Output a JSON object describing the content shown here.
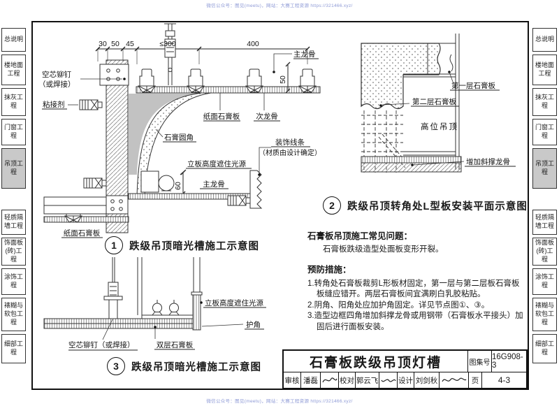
{
  "watermark": {
    "top": "微信公众号：图见(meetu)，网站：大赛工程资源 https://321466.xyz/",
    "bottom": "微信公众号：图见(meetu)，网站：大赛工程资源 https://321466.xyz/"
  },
  "sidebar": {
    "items": [
      {
        "label": "总说明",
        "active": false
      },
      {
        "label": "楼地面工程",
        "active": false
      },
      {
        "label": "抹灰工程",
        "active": false
      },
      {
        "label": "门窗工程",
        "active": false
      },
      {
        "label": "吊顶工程",
        "active": true
      },
      {
        "label": "轻质隔墙工程",
        "active": false
      },
      {
        "label": "饰面板(砖)工程",
        "active": false
      },
      {
        "label": "涂饰工程",
        "active": false
      },
      {
        "label": "裱糊与软包工程",
        "active": false
      },
      {
        "label": "细部工程",
        "active": false
      }
    ]
  },
  "diagram1": {
    "number": "1",
    "caption": "跌级吊顶暗光槽施工示意图",
    "dims": {
      "d30": "30",
      "d50": "50",
      "d45": "45",
      "d300": "≤300",
      "d400": "400",
      "v50": "50",
      "v60": "60"
    },
    "labels": {
      "hollow_rivet_1": "空芯铆钉",
      "hollow_rivet_2": "（或焊接）",
      "adhesive": "粘接剂",
      "main_runner_top": "主龙骨",
      "secondary_runner": "次龙骨",
      "paper_board_top": "纸面石膏板",
      "gypsum_fillet": "石膏圆角",
      "decor_line1": "装饰线条",
      "decor_line2": "（材质由设计确定）",
      "baffle_height": "立板高度遮住光源",
      "main_runner_mid": "主龙骨",
      "paper_board_bottom": "纸面石膏板"
    }
  },
  "diagram2": {
    "number": "2",
    "caption": "跌级吊顶转角处L型板安装平面示意图",
    "labels": {
      "first_layer": "第一层石膏板",
      "second_layer": "第二层石膏板",
      "high_ceiling": "高位吊顶",
      "brace": "增加斜撑龙骨"
    }
  },
  "diagram3": {
    "number": "3",
    "caption": "跌级吊顶暗光槽施工示意图",
    "labels": {
      "baffle_height": "立板高度遮住光源",
      "corner_bead": "护角",
      "hollow_rivet": "空芯铆钉（或焊接）",
      "double_board": "双层石膏板"
    }
  },
  "notes": {
    "heading": "石膏板吊顶施工常见问题：",
    "problem": "石膏板跌级造型处面板变形开裂。",
    "measures_heading": "预防措施：",
    "items": [
      "1.转角处石膏板裁剪L形板材固定，第一层与第二层板石膏板板缝应错开。两层石膏板间宜满刷白乳胶粘贴。",
      "2.阴角、阳角处应加护角固定。详见节点图①、③。",
      "3.造型边框四角增加斜撑龙骨或用钢带（石膏板水平接头）加固后进行面板安装。"
    ]
  },
  "titleblock": {
    "title": "石膏板跌级吊顶灯槽",
    "atlas_label": "图集号",
    "atlas_no": "16G908-3",
    "reviewer_label": "审核",
    "reviewer_name": "潘磊",
    "checker_label": "校对",
    "checker_name": "郭云飞",
    "designer_label": "设计",
    "designer_name": "刘剑秋",
    "page_label": "页",
    "page_no": "4-3"
  }
}
